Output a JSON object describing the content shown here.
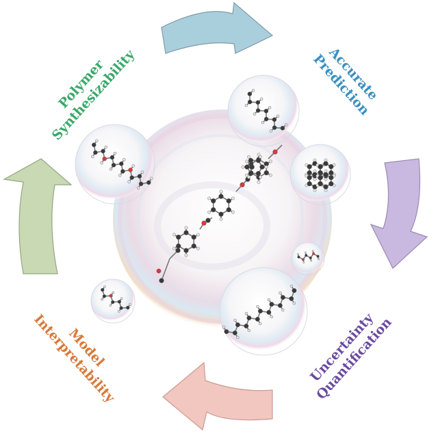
{
  "labels": {
    "synthesizability": {
      "line1": "Polymer",
      "line2": "Synthesizability",
      "color": "#3aa86a"
    },
    "prediction": {
      "line1": "Accurate",
      "line2": "Prediction",
      "color": "#3a8fc0"
    },
    "uncertainty": {
      "line1": "Uncertainty",
      "line2": "Quantification",
      "color": "#6a4aa0"
    },
    "interpretability": {
      "line1": "Model",
      "line2": "Interpretability",
      "color": "#d77a3a"
    }
  },
  "arrows": {
    "top": {
      "color": "#a9cfdc"
    },
    "right": {
      "color": "#c9b8e0"
    },
    "bottom": {
      "color": "#f2c7c0"
    },
    "left": {
      "color": "#c8d9b3"
    }
  },
  "molecule_colors": {
    "carbon": "#3a3a3a",
    "hydrogen": "#e6e6e6",
    "oxygen": "#d63a3a"
  }
}
